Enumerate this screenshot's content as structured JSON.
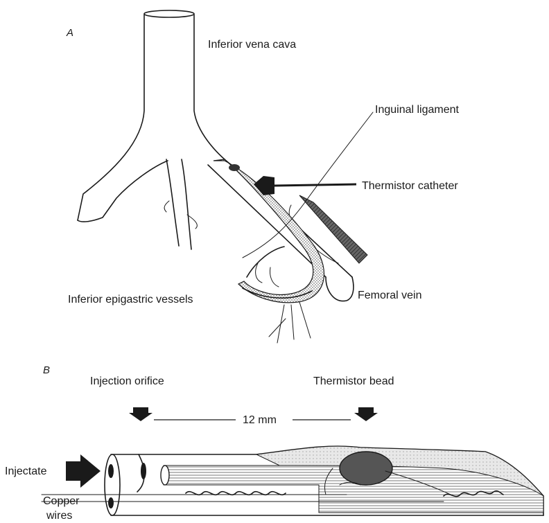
{
  "panel_a": {
    "letter": "A",
    "labels": {
      "ivc": "Inferior vena cava",
      "inguinal": "Inguinal ligament",
      "thermistor_catheter": "Thermistor catheter",
      "epigastric": "Inferior epigastric vessels",
      "femoral": "Femoral vein"
    }
  },
  "panel_b": {
    "letter": "B",
    "labels": {
      "injection_orifice": "Injection orifice",
      "thermistor_bead": "Thermistor bead",
      "distance": "12 mm",
      "injectate": "Injectate",
      "copper_line1": "Copper",
      "copper_line2": "wires"
    }
  }
}
